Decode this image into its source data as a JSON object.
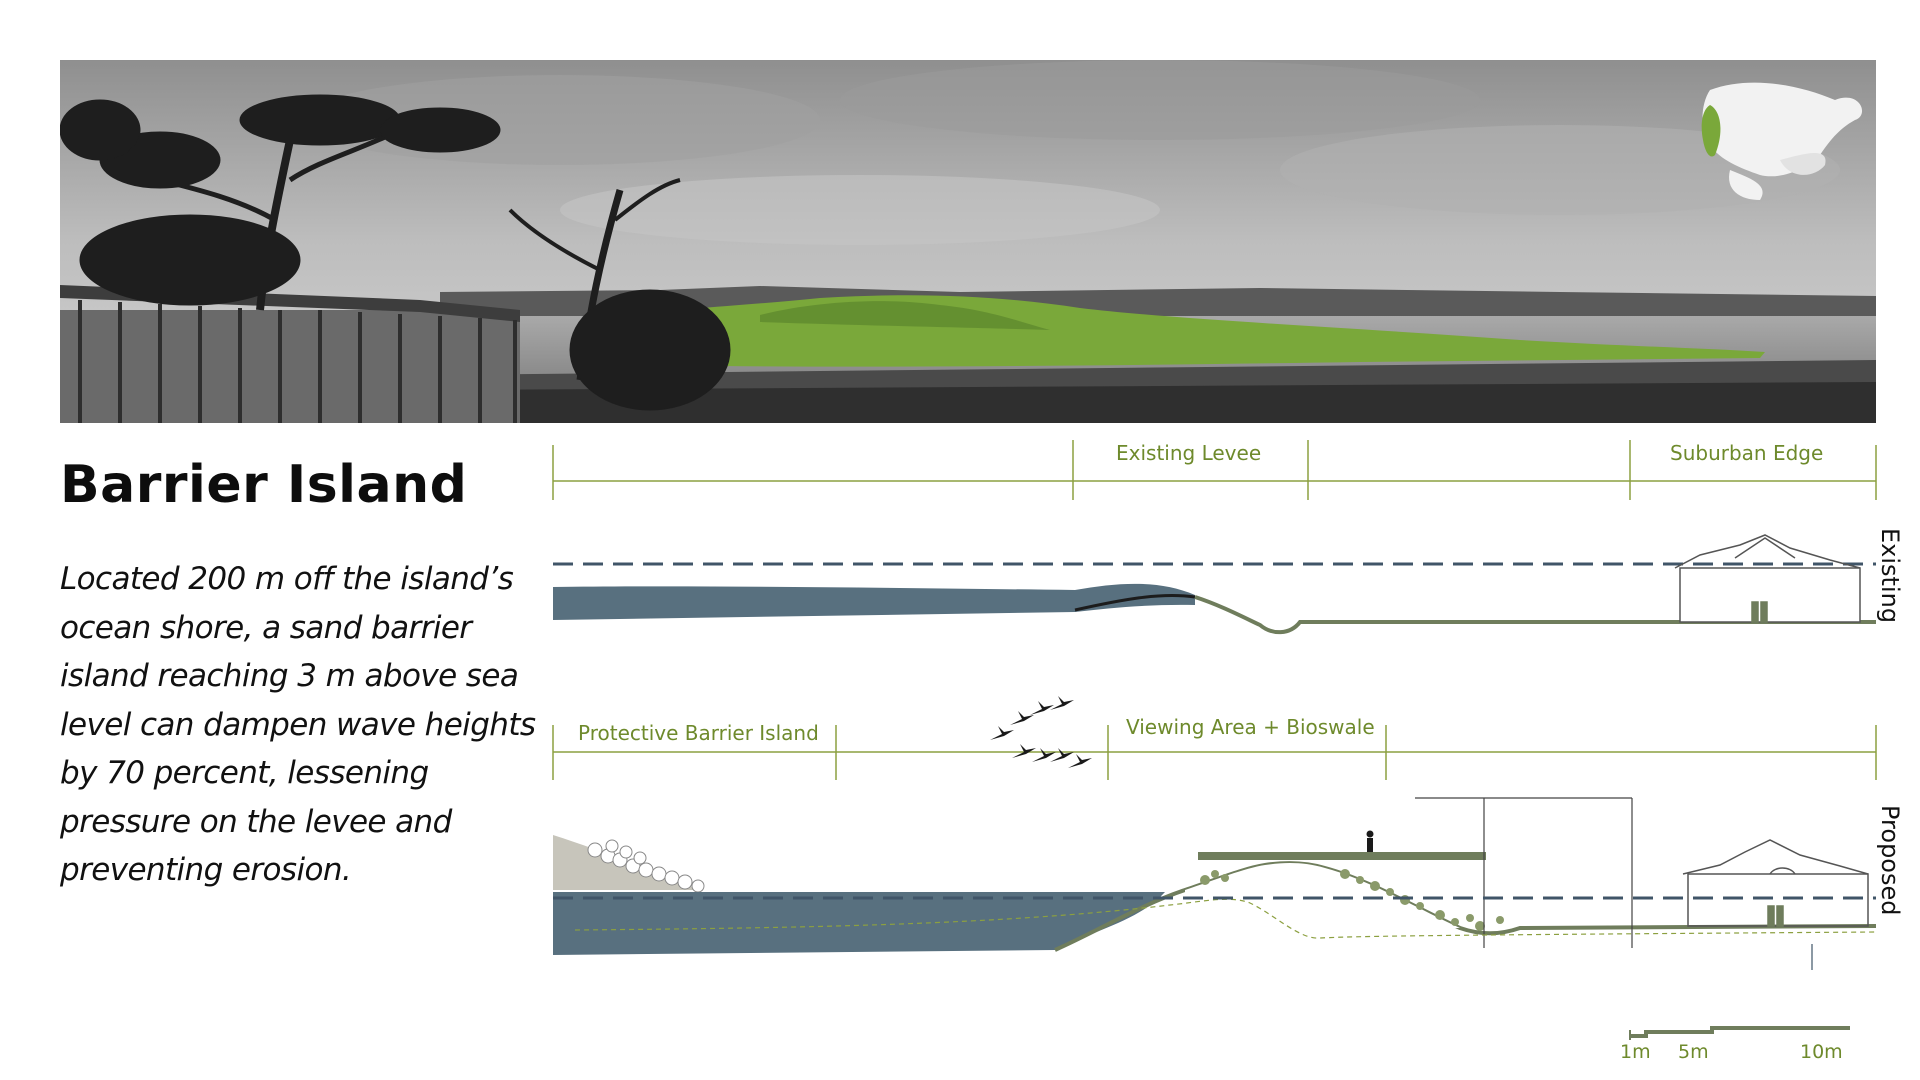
{
  "title": "Barrier Island",
  "description": "Located 200 m off the island’s ocean shore, a sand barrier island reaching 3 m above sea level can dampen wave heights by 70 percent, lessening pressure on the levee and preventing erosion.",
  "existing": {
    "side_label": "Existing",
    "zones": [
      "Existing Levee",
      "Suburban Edge"
    ]
  },
  "proposed": {
    "side_label": "Proposed",
    "zones": [
      "Protective Barrier Island",
      "Viewing Area + Bioswale"
    ]
  },
  "scale_bar": [
    "1m",
    "5m",
    "10m"
  ],
  "colors": {
    "accent_green": "#6e8a2c",
    "water": "#58707f",
    "ground": "#6f7d5c",
    "island_highlight": "#7aa83a"
  }
}
